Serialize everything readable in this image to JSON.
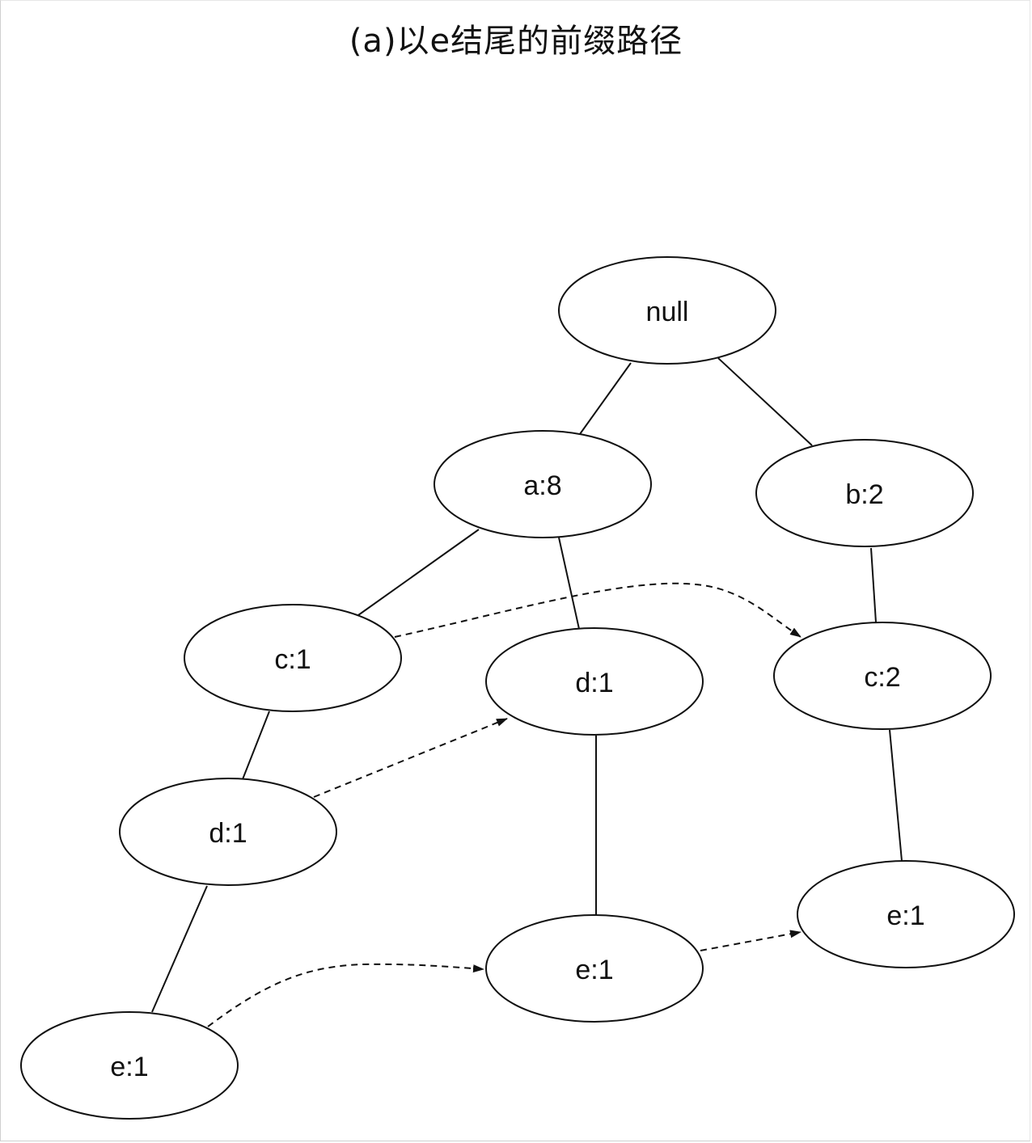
{
  "title": "(a)以e结尾的前缀路径",
  "nodes": {
    "null": "null",
    "a": "a:8",
    "b": "b:2",
    "c_left": "c:1",
    "d_mid": "d:1",
    "c_right": "c:2",
    "d_left": "d:1",
    "e_mid": "e:1",
    "e_right": "e:1",
    "e_left": "e:1"
  },
  "edges": [
    {
      "from": "null",
      "to": "a",
      "style": "solid"
    },
    {
      "from": "null",
      "to": "b",
      "style": "solid"
    },
    {
      "from": "a",
      "to": "c_left",
      "style": "solid"
    },
    {
      "from": "a",
      "to": "d_mid",
      "style": "solid"
    },
    {
      "from": "b",
      "to": "c_right",
      "style": "solid"
    },
    {
      "from": "c_left",
      "to": "d_left",
      "style": "solid"
    },
    {
      "from": "d_left",
      "to": "e_left",
      "style": "solid"
    },
    {
      "from": "d_mid",
      "to": "e_mid",
      "style": "solid"
    },
    {
      "from": "c_right",
      "to": "e_right",
      "style": "solid"
    },
    {
      "from": "c_left",
      "to": "c_right",
      "style": "dashed-arrow"
    },
    {
      "from": "d_left",
      "to": "d_mid",
      "style": "dashed-arrow"
    },
    {
      "from": "e_left",
      "to": "e_mid",
      "style": "dashed-arrow"
    },
    {
      "from": "e_mid",
      "to": "e_right",
      "style": "dashed-arrow"
    }
  ]
}
